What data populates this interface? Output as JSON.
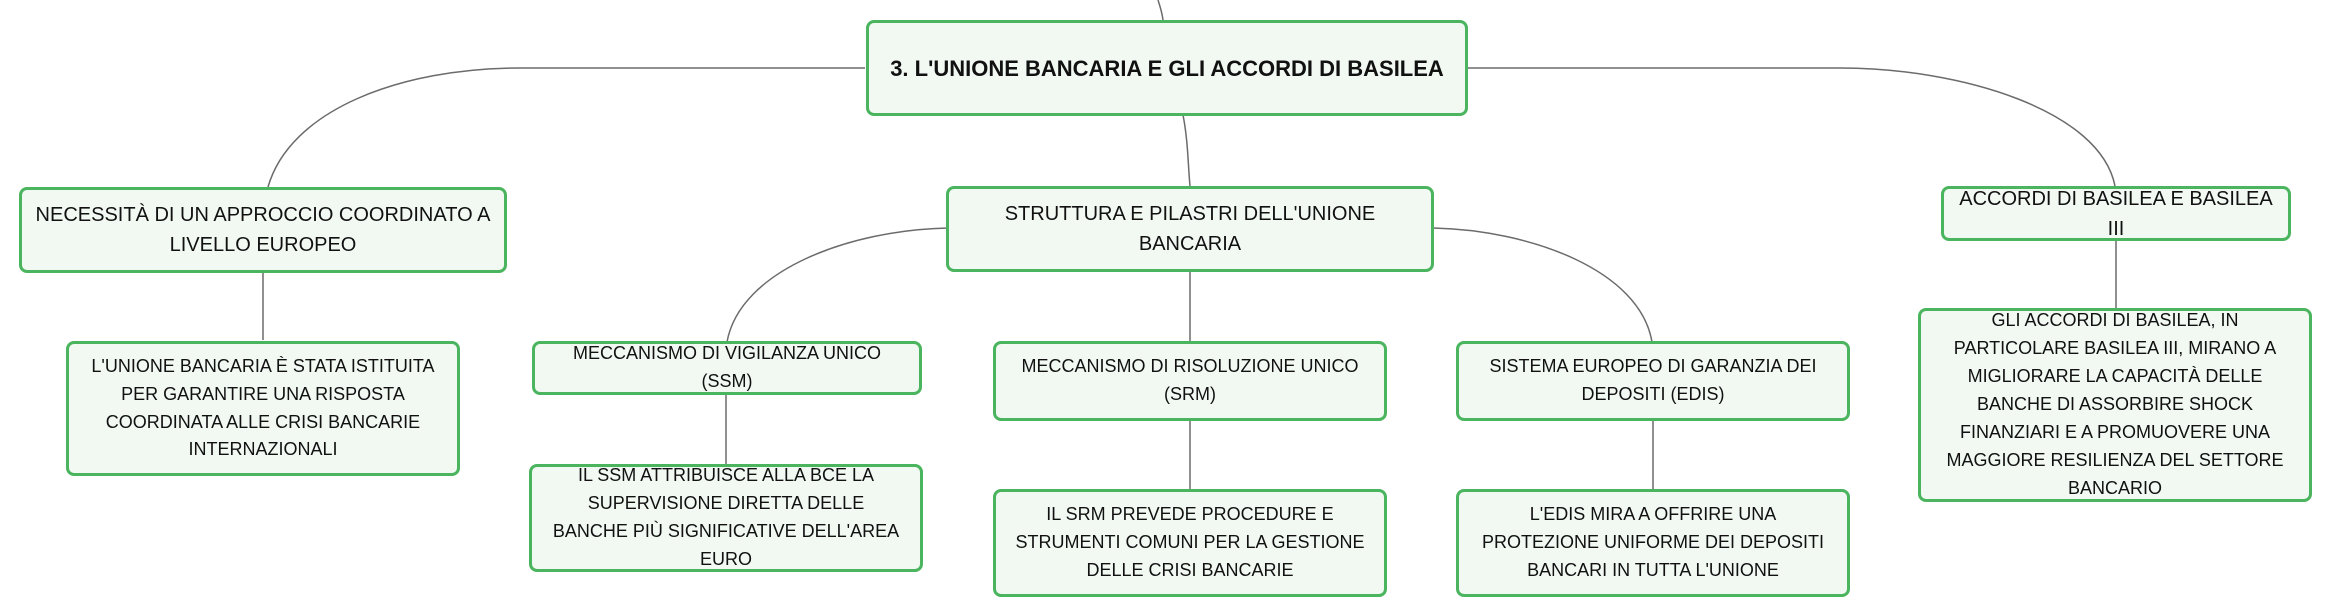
{
  "colors": {
    "node_border": "#4bb45e",
    "node_fill": "#f2f9f3",
    "connector": "#6b6b6b"
  },
  "main": {
    "title": "3. L'UNIONE BANCARIA E GLI ACCORDI DI BASILEA"
  },
  "left": {
    "title": "NECESSITÀ DI UN APPROCCIO COORDINATO A LIVELLO EUROPEO",
    "detail": "L'UNIONE BANCARIA È STATA ISTITUITA PER GARANTIRE UNA RISPOSTA COORDINATA ALLE CRISI BANCARIE INTERNAZIONALI"
  },
  "center": {
    "title": "STRUTTURA E PILASTRI DELL'UNIONE BANCARIA",
    "ssm": {
      "title": "MECCANISMO DI VIGILANZA UNICO (SSM)",
      "detail": "IL SSM ATTRIBUISCE ALLA BCE LA SUPERVISIONE DIRETTA DELLE BANCHE PIÙ SIGNIFICATIVE DELL'AREA EURO"
    },
    "srm": {
      "title": "MECCANISMO DI RISOLUZIONE UNICO (SRM)",
      "detail": "IL SRM PREVEDE PROCEDURE E STRUMENTI COMUNI PER LA GESTIONE DELLE CRISI BANCARIE"
    },
    "edis": {
      "title": "SISTEMA EUROPEO DI GARANZIA DEI DEPOSITI (EDIS)",
      "detail": "L'EDIS MIRA A OFFRIRE UNA PROTEZIONE UNIFORME DEI DEPOSITI BANCARI IN TUTTA L'UNIONE"
    }
  },
  "right": {
    "title": "ACCORDI DI BASILEA E BASILEA III",
    "detail": "GLI ACCORDI DI BASILEA, IN PARTICOLARE BASILEA III, MIRANO A MIGLIORARE LA CAPACITÀ DELLE BANCHE DI ASSORBIRE SHOCK FINANZIARI E A PROMUOVERE UNA MAGGIORE RESILIENZA DEL SETTORE BANCARIO"
  }
}
